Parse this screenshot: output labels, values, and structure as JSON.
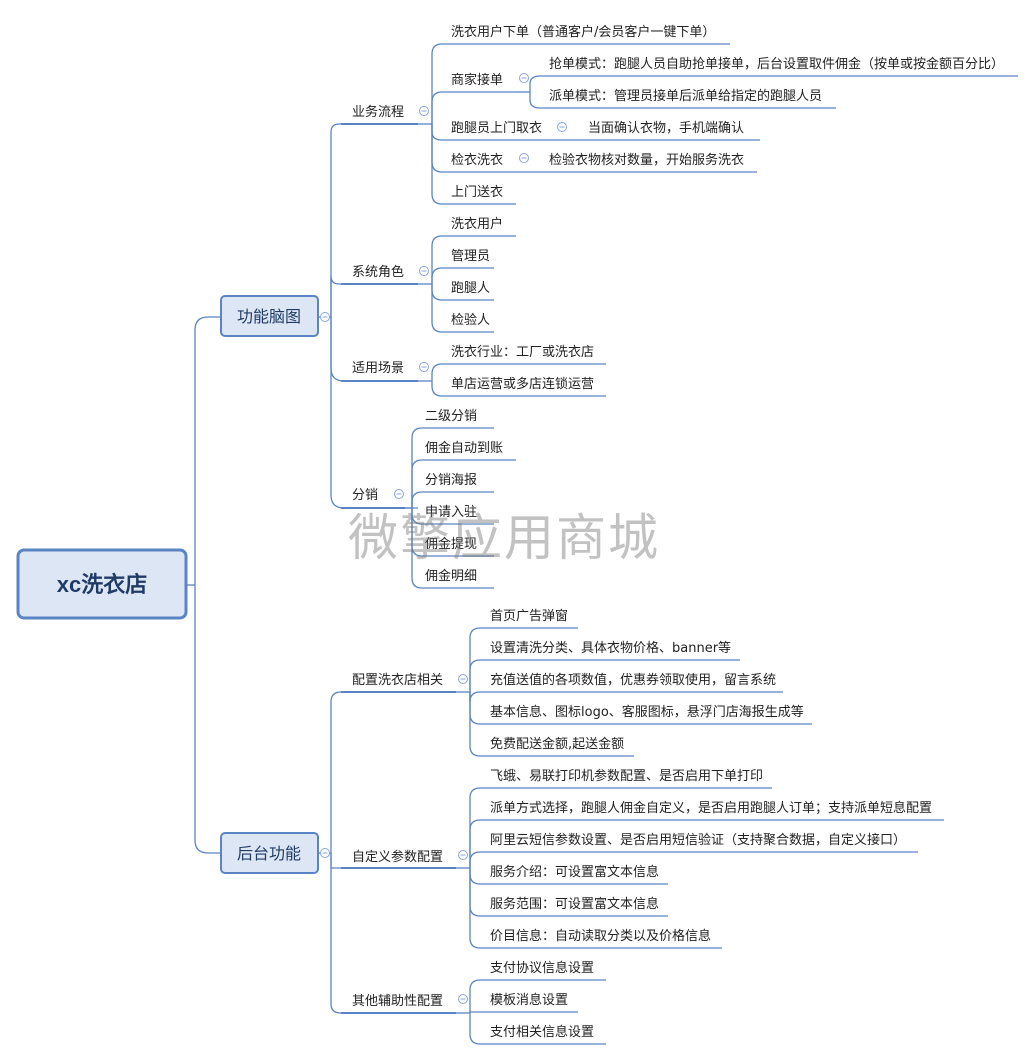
{
  "root": {
    "label": "xc洗衣店"
  },
  "branches": {
    "features": {
      "label": "功能脑图"
    },
    "backend": {
      "label": "后台功能"
    }
  },
  "features": {
    "business_flow": {
      "label": "业务流程",
      "items": {
        "user_order": "洗衣用户下单（普通客户/会员客户一键下单）",
        "merchant": "商家接单",
        "merchant_grab": "抢单模式：跑腿人员自助抢单接单，后台设置取件佣金（按单或按金额百分比）",
        "merchant_dispatch": "派单模式：管理员接单后派单给指定的跑腿人员",
        "pickup": "跑腿员上门取衣",
        "pickup_detail": "当面确认衣物，手机端确认",
        "inspect": "检衣洗衣",
        "inspect_detail": "检验衣物核对数量，开始服务洗衣",
        "delivery": "上门送衣"
      }
    },
    "roles": {
      "label": "系统角色",
      "items": [
        "洗衣用户",
        "管理员",
        "跑腿人",
        "检验人"
      ]
    },
    "scenarios": {
      "label": "适用场景",
      "items": [
        "洗衣行业：工厂或洗衣店",
        "单店运营或多店连锁运营"
      ]
    },
    "distribution": {
      "label": "分销",
      "items": [
        "二级分销",
        "佣金自动到账",
        "分销海报",
        "申请入驻",
        "佣金提现",
        "佣金明细"
      ]
    }
  },
  "backend": {
    "config": {
      "label": "配置洗衣店相关",
      "items": [
        "首页广告弹窗",
        "设置清洗分类、具体衣物价格、banner等",
        "充值送值的各项数值，优惠券领取使用，留言系统",
        "基本信息、图标logo、客服图标，悬浮门店海报生成等",
        "免费配送金额,起送金额"
      ]
    },
    "custom": {
      "label": "自定义参数配置",
      "items": [
        "飞蛾、易联打印机参数配置、是否启用下单打印",
        "派单方式选择，跑腿人佣金自定义，是否启用跑腿人订单；支持派单短息配置",
        "阿里云短信参数设置、是否启用短信验证（支持聚合数据，自定义接口）",
        "服务介绍：可设置富文本信息",
        "服务范围：可设置富文本信息",
        "价目信息：自动读取分类以及价格信息"
      ]
    },
    "other": {
      "label": "其他辅助性配置",
      "items": [
        "支付协议信息设置",
        "模板消息设置",
        "支付相关信息设置"
      ]
    }
  },
  "watermark": "微擎应用商城",
  "colors": {
    "line": "#5b84c4",
    "node_fill": "#dce6f4",
    "root_fill": "#dce6f4",
    "text": "#222222"
  }
}
